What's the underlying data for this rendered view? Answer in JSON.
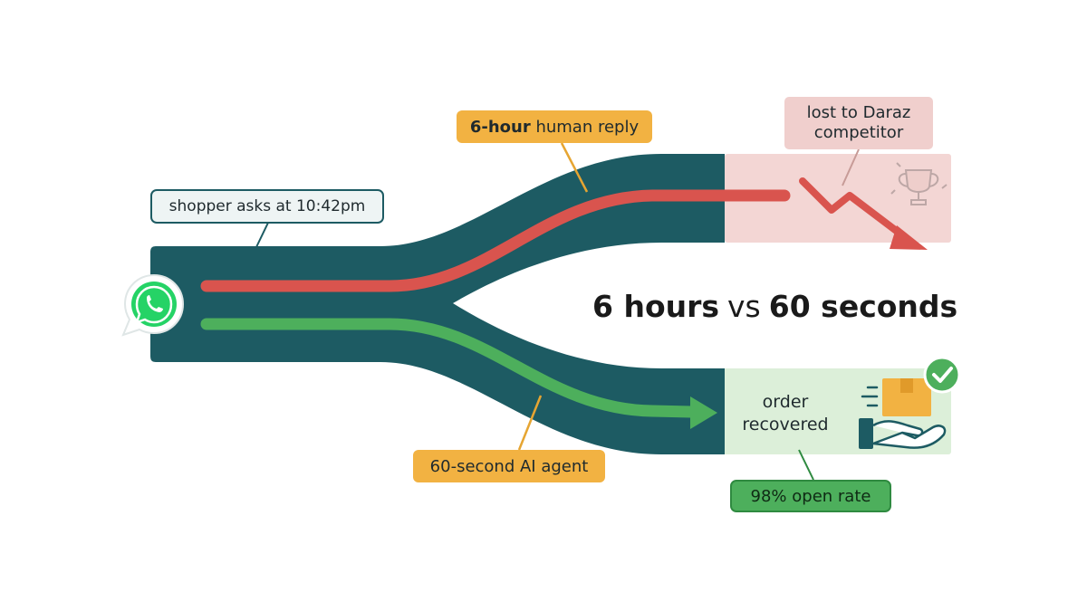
{
  "labels": {
    "shopper": "shopper asks at 10:42pm",
    "human_strong": "6-hour",
    "human_rest": " human reply",
    "ai": "60-second AI agent",
    "lost": "lost to Daraz competitor",
    "order": "order recovered",
    "open_rate": "98% open rate"
  },
  "headline": {
    "left": "6 hours",
    "vs": "vs",
    "right": "60 seconds"
  },
  "icons": {
    "start": "whatsapp-icon",
    "lost": "trophy-icon",
    "drop": "falling-arrow-icon",
    "order": "package-in-hand-icon",
    "check": "check-circle-icon"
  },
  "colors": {
    "road": "#1d5b63",
    "human_path": "#d9544e",
    "ai_path": "#4daf5c",
    "label_orange": "#f2b242",
    "lost_zone": "#f3d6d4",
    "order_zone": "#dcefd9",
    "whatsapp": "#25d366"
  }
}
